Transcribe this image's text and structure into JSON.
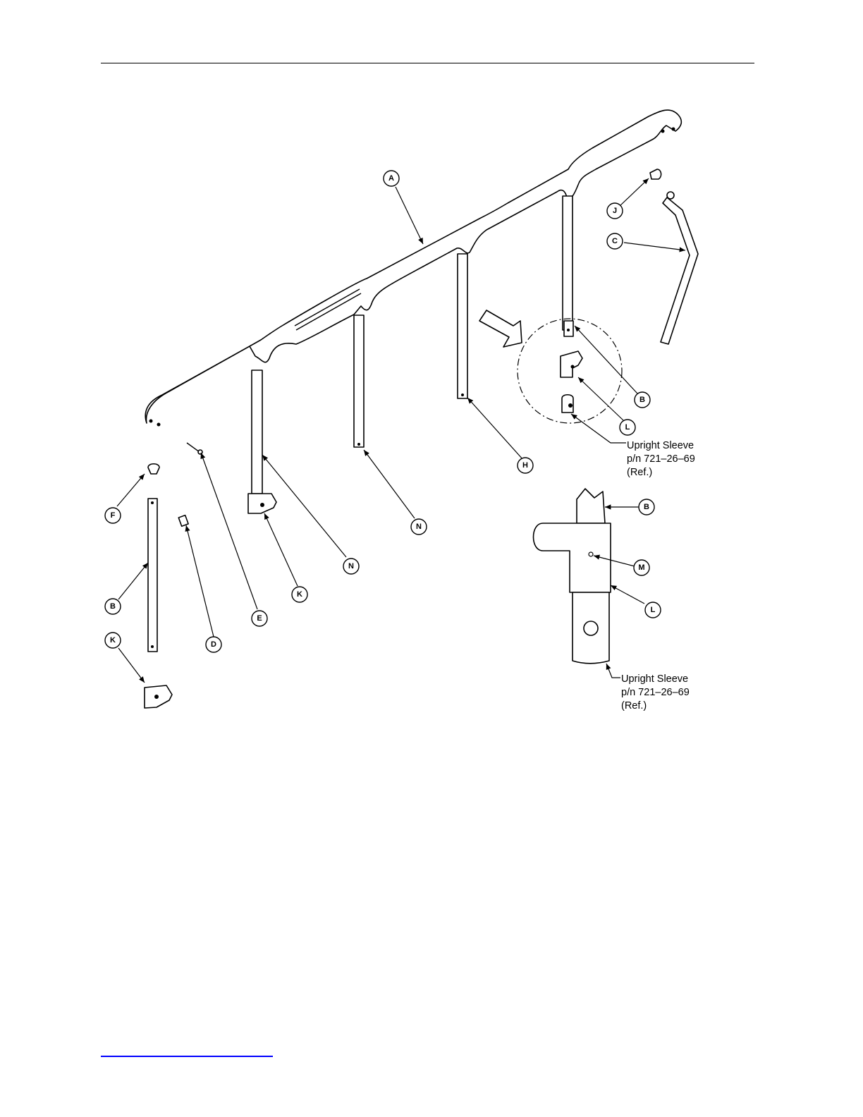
{
  "callouts": {
    "A": "A",
    "B": "B",
    "C": "C",
    "D": "D",
    "E": "E",
    "F": "F",
    "H": "H",
    "J": "J",
    "K": "K",
    "L": "L",
    "M": "M",
    "N": "N"
  },
  "notes": {
    "sleeve_title": "Upright Sleeve",
    "sleeve_pn": "p/n 721–26–69",
    "sleeve_ref": "(Ref.)"
  },
  "colors": {
    "line": "#000000",
    "footer_link": "#0000ff"
  }
}
